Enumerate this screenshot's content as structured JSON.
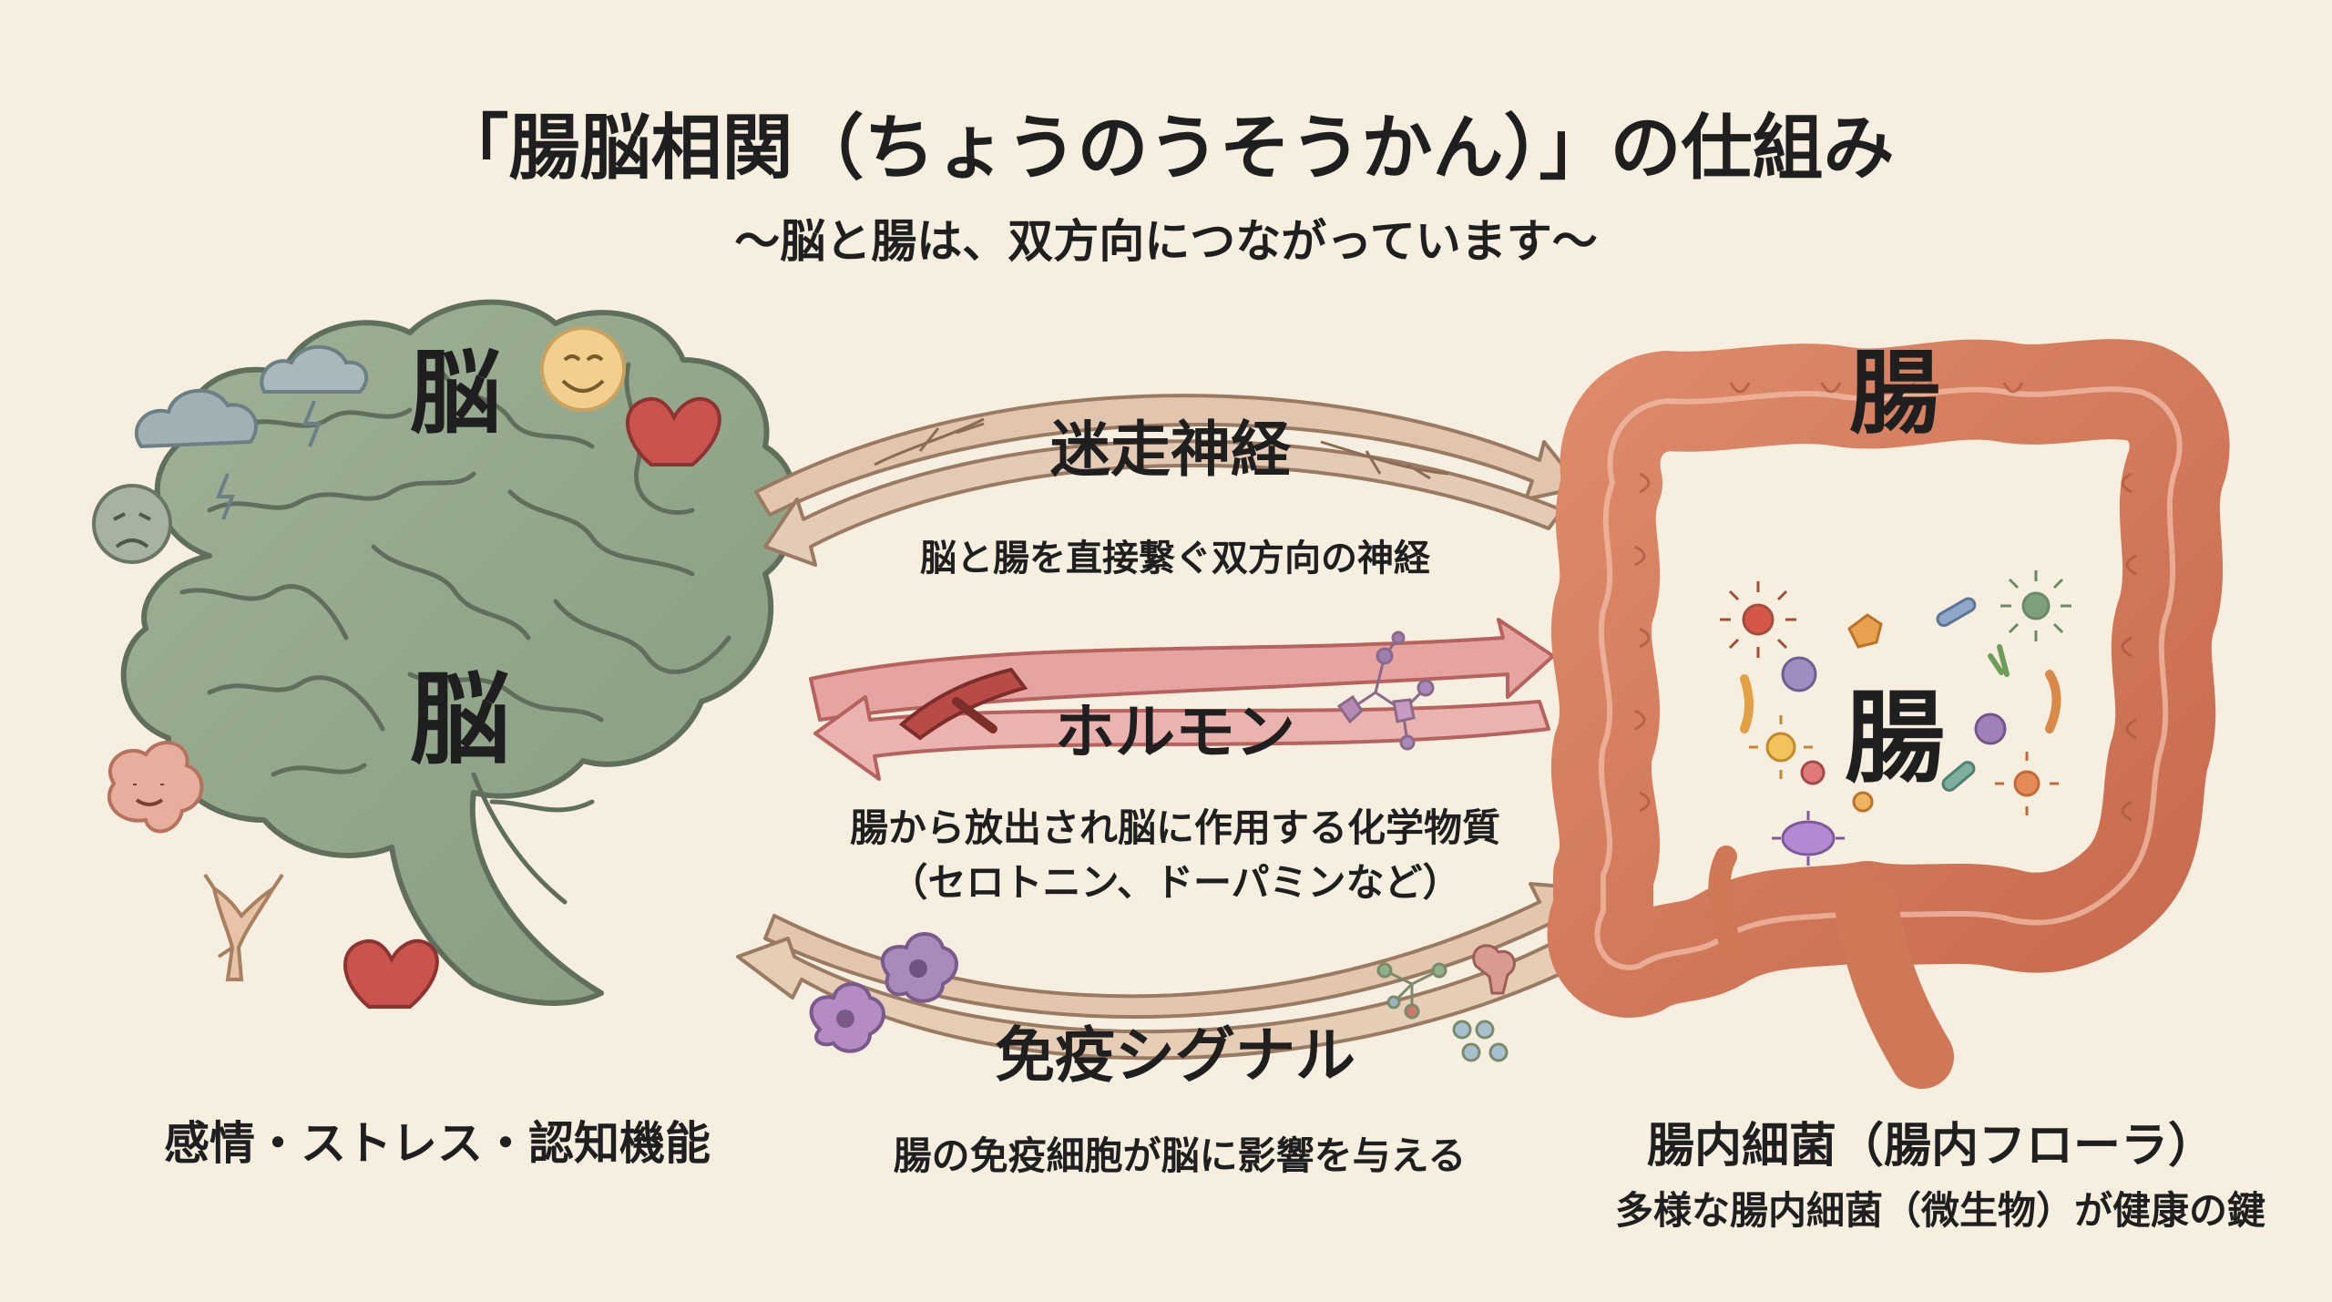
{
  "title": "「腸脳相関（ちょうのうそうかん）」の仕組み",
  "subtitle": "〜脳と腸は、双方向につながっています〜",
  "brain": {
    "heading": "脳",
    "label": "脳",
    "caption": "感情・ストレス・認知機能"
  },
  "gut": {
    "heading": "腸",
    "label": "腸",
    "caption": "腸内細菌（腸内フローラ）",
    "subcaption": "多様な腸内細菌（微生物）が健康の鍵"
  },
  "pathways": [
    {
      "name": "迷走神経",
      "description": "脳と腸を直接繋ぐ双方向の神経",
      "color": "#d9b9a0"
    },
    {
      "name": "ホルモン",
      "description": "腸から放出され脳に作用する化学物質",
      "description2": "（セロトニン、ドーパミンなど）",
      "color": "#e2a3a3"
    },
    {
      "name": "免疫シグナル",
      "description": "腸の免疫細胞が脳に影響を与える",
      "color": "#dcc3a8"
    }
  ],
  "colors": {
    "background": "#f6efe0",
    "brain": "#93a78c",
    "gut": "#d47a5c",
    "heart": "#c9534d"
  }
}
